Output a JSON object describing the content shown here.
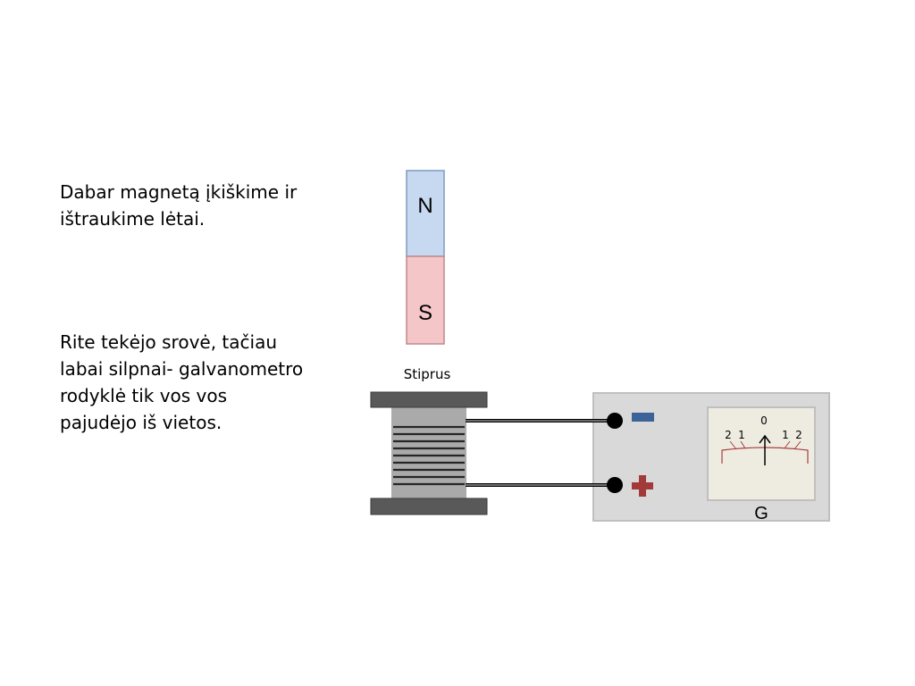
{
  "slide": {
    "paragraph_1": "Dabar magnetą įkiškime ir ištraukime lėtai.",
    "paragraph_2": "Rite tekėjo srovė, tačiau labai silpnai- galvanometro rodyklė tik vos vos pajudėjo iš vietos."
  },
  "magnet": {
    "north_label": "N",
    "south_label": "S",
    "north_color": "#c6d9f1",
    "south_color": "#f4c6c8"
  },
  "coil": {
    "label": "Stiprus"
  },
  "galvanometer": {
    "label": "G",
    "scale": {
      "center": "0",
      "left_outer": "2",
      "left_inner": "1",
      "right_inner": "1",
      "right_outer": "2"
    },
    "needle_reading": 0,
    "minus_color": "#3b6397",
    "plus_color": "#a33a3a"
  }
}
